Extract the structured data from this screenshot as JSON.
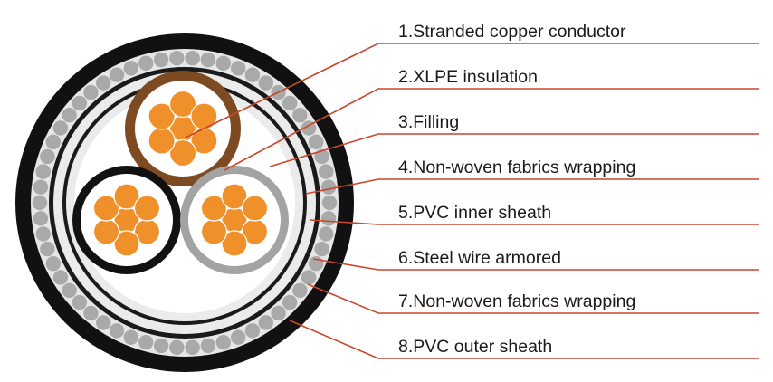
{
  "labels": [
    "1.Stranded copper conductor",
    "2.XLPE insulation",
    "3.Filling",
    "4.Non-woven fabrics wrapping",
    "5.PVC inner sheath",
    "6.Steel wire armored",
    "7.Non-woven fabrics wrapping",
    "8.PVC outer sheath"
  ],
  "colors": {
    "leader": "#c8472b",
    "outer_sheath": "#111111",
    "armor_band": "#e6e6e6",
    "armor_wire": "#a9a9a9",
    "inner_sheath": "#ebebeb",
    "filling": "#ffffff",
    "conductor": "#f0902a",
    "insulation_brown": "#7e4a22",
    "insulation_black": "#111111",
    "insulation_gray": "#a3a3a3"
  }
}
